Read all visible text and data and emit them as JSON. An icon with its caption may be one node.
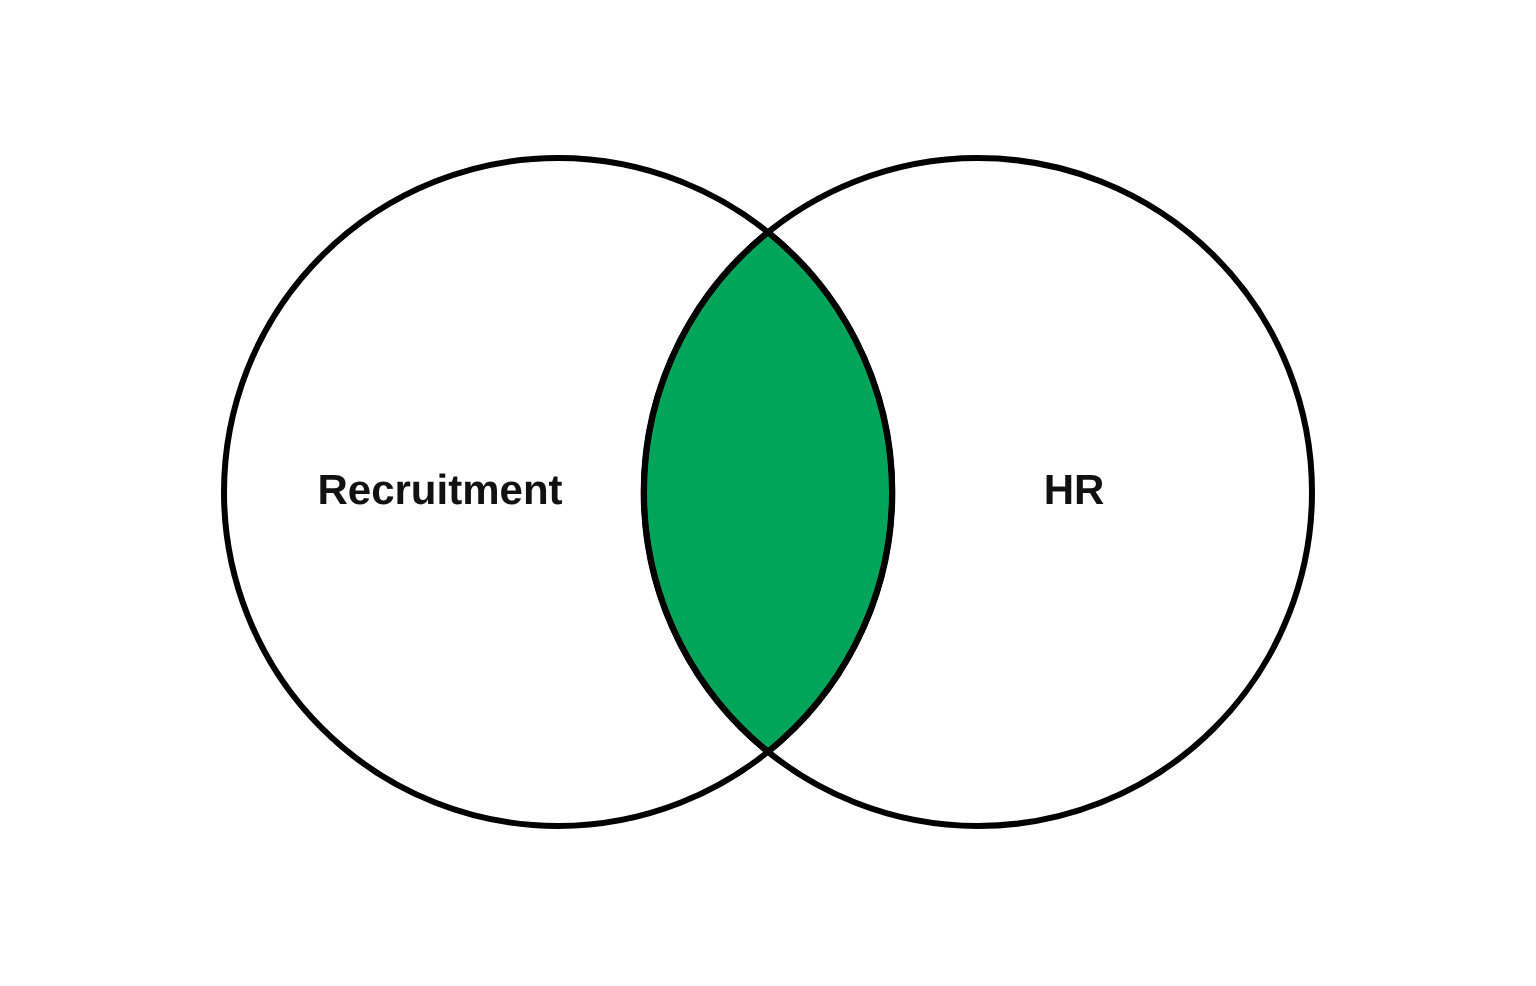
{
  "diagram": {
    "nodes": [
      {
        "text": [
          "Recruitment"
        ]
      },
      {
        "text": [
          "HR"
        ]
      },
      {
        "text": [],
        "shape": "lens"
      }
    ]
  }
}
